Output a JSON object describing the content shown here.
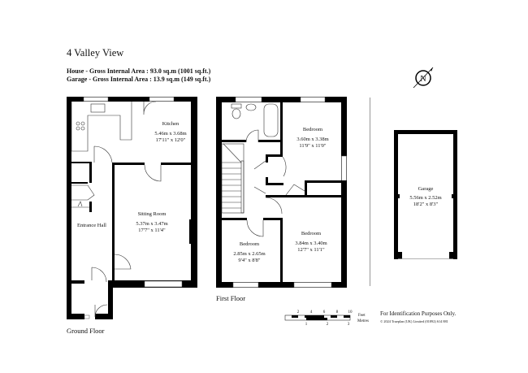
{
  "title": "4 Valley View",
  "areas": [
    "House - Gross Internal Area  :  93.0 sq.m   (1001 sq.ft.)",
    "Garage - Gross Internal Area  :  13.9 sq.m   (149 sq.ft.)"
  ],
  "ground_floor": {
    "label": "Ground Floor",
    "rooms": {
      "kitchen": {
        "name": "Kitchen",
        "metric": "5.46m  x  3.68m",
        "imperial": "17'11\"  x  12'0\""
      },
      "sitting": {
        "name": "Sitting Room",
        "metric": "5.37m  x  3.47m",
        "imperial": "17'7\"  x  11'4\""
      },
      "hall": {
        "name": "Entrance Hall"
      }
    }
  },
  "first_floor": {
    "label": "First Floor",
    "rooms": {
      "bed1": {
        "name": "Bedroom",
        "metric": "3.60m  x  3.38m",
        "imperial": "11'9\"  x  11'0\""
      },
      "bed2": {
        "name": "Bedroom",
        "metric": "2.85m  x  2.65m",
        "imperial": "9'4\"  x  8'8\""
      },
      "bed3": {
        "name": "Bedroom",
        "metric": "3.84m  x  3.40m",
        "imperial": "12'7\"  x  11'1\""
      }
    }
  },
  "garage": {
    "name": "Garage",
    "metric": "5.56m  x  2.52m",
    "imperial": "18'2\"  x  8'3\""
  },
  "compass": {
    "label": "N"
  },
  "scale": {
    "feet_ticks": [
      "2",
      "4",
      "6",
      "8",
      "10"
    ],
    "metre_ticks": [
      "1",
      "2",
      "3"
    ],
    "feet_label": "Feet",
    "metres_label": "Metres"
  },
  "disclaimer": "For Identification Purposes Only.",
  "copyright": "© 2024 Trueplan (UK) Limited (01892) 614 881"
}
